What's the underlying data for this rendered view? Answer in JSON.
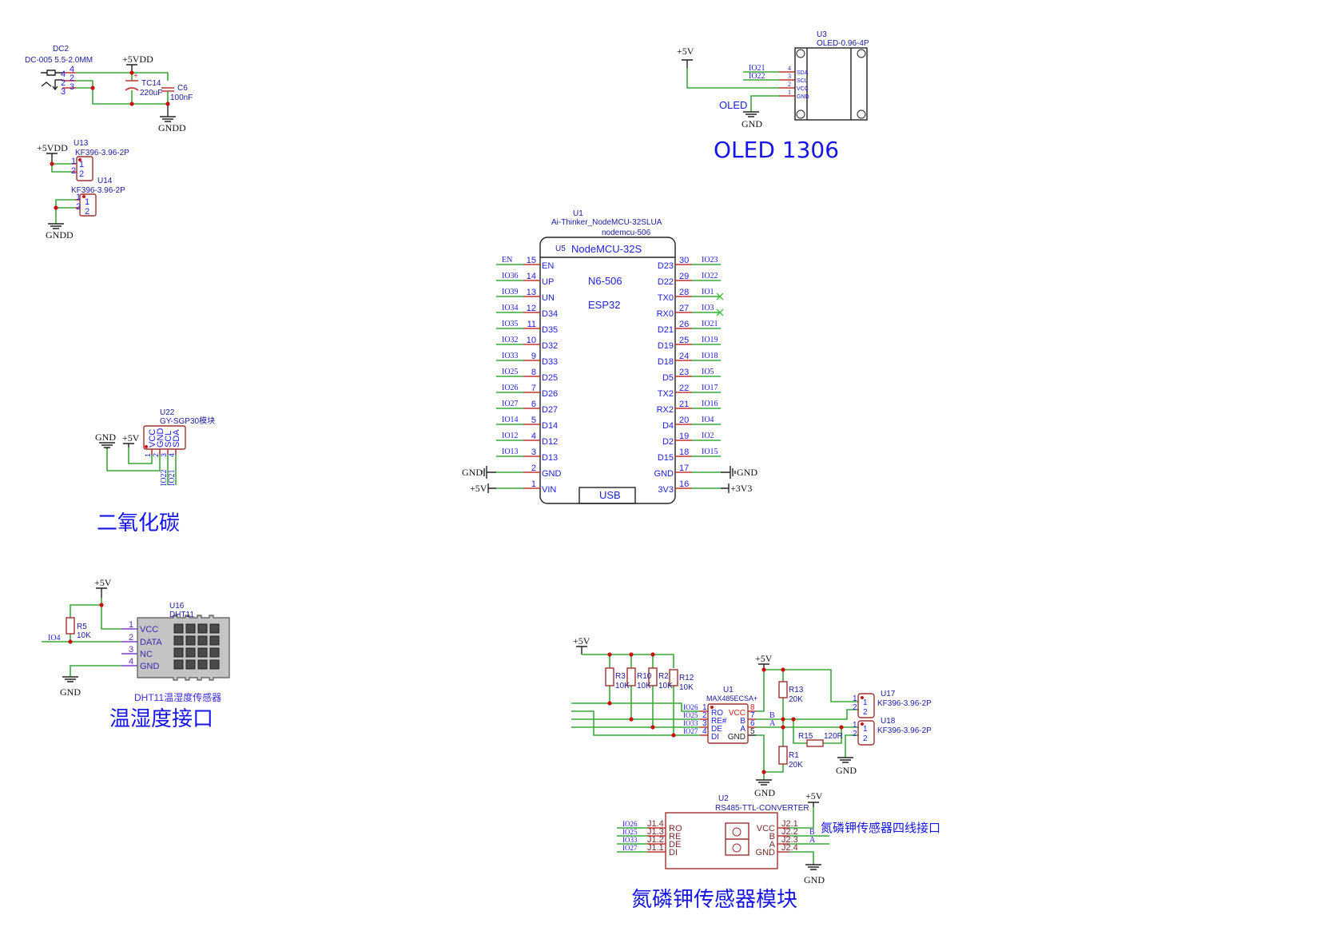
{
  "power_supply": {
    "ref": "DC2",
    "part": "DC-005 5.5-2.0MM",
    "pins": [
      "4",
      "4",
      "2",
      "2",
      "3",
      "3"
    ],
    "vdd": "+5VDD",
    "tc14_ref": "TC14",
    "tc14_val": "220uF",
    "plus": "+",
    "c6_ref": "C6",
    "c6_val": "100nF",
    "gnd": "GNDD"
  },
  "power_connectors": {
    "vdd": "+5VDD",
    "gnd": "GNDD",
    "u13_ref": "U13",
    "u13_part": "KF396-3.96-2P",
    "u14_ref": "U14",
    "u14_part": "KF396-3.96-2P",
    "pin1": "1",
    "pin2": "2"
  },
  "oled": {
    "vcc": "+5V",
    "gnd": "GND",
    "net_label": "OLED",
    "ref": "U3",
    "part": "OLED-0.96-4P",
    "pins": [
      {
        "net": "IO21",
        "num": "4",
        "name": "SDA"
      },
      {
        "net": "IO22",
        "num": "3",
        "name": "SCL"
      },
      {
        "net": "",
        "num": "2",
        "name": "VCC"
      },
      {
        "net": "",
        "num": "1",
        "name": "GND"
      }
    ],
    "title": "OLED 1306"
  },
  "esp32": {
    "ref": "U1",
    "part": "Ai-Thinker_NodeMCU-32SLUA",
    "footprint": "nodemcu-506",
    "inner_ref": "U5",
    "inner_title": "NodeMCU-32S",
    "model": "N6-506",
    "chip": "ESP32",
    "usb": "USB",
    "left_pins": [
      {
        "net": "EN",
        "num": "15",
        "name": "EN"
      },
      {
        "net": "IO36",
        "num": "14",
        "name": "UP"
      },
      {
        "net": "IO39",
        "num": "13",
        "name": "UN"
      },
      {
        "net": "IO34",
        "num": "12",
        "name": "D34"
      },
      {
        "net": "IO35",
        "num": "11",
        "name": "D35"
      },
      {
        "net": "IO32",
        "num": "10",
        "name": "D32"
      },
      {
        "net": "IO33",
        "num": "9",
        "name": "D33"
      },
      {
        "net": "IO25",
        "num": "8",
        "name": "D25"
      },
      {
        "net": "IO26",
        "num": "7",
        "name": "D26"
      },
      {
        "net": "IO27",
        "num": "6",
        "name": "D27"
      },
      {
        "net": "IO14",
        "num": "5",
        "name": "D14"
      },
      {
        "net": "IO12",
        "num": "4",
        "name": "D12"
      },
      {
        "net": "IO13",
        "num": "3",
        "name": "D13"
      },
      {
        "net": "",
        "num": "2",
        "name": "GND",
        "power": "GND"
      },
      {
        "net": "",
        "num": "1",
        "name": "VIN",
        "power": "+5V"
      }
    ],
    "right_pins": [
      {
        "net": "IO23",
        "num": "30",
        "name": "D23"
      },
      {
        "net": "IO22",
        "num": "29",
        "name": "D22"
      },
      {
        "net": "IO1",
        "num": "28",
        "name": "TX0",
        "nc": true
      },
      {
        "net": "IO3",
        "num": "27",
        "name": "RX0",
        "nc": true
      },
      {
        "net": "IO21",
        "num": "26",
        "name": "D21"
      },
      {
        "net": "IO19",
        "num": "25",
        "name": "D19"
      },
      {
        "net": "IO18",
        "num": "24",
        "name": "D18"
      },
      {
        "net": "IO5",
        "num": "23",
        "name": "D5"
      },
      {
        "net": "IO17",
        "num": "22",
        "name": "TX2"
      },
      {
        "net": "IO16",
        "num": "21",
        "name": "RX2"
      },
      {
        "net": "IO4",
        "num": "20",
        "name": "D4"
      },
      {
        "net": "IO2",
        "num": "19",
        "name": "D2"
      },
      {
        "net": "IO15",
        "num": "18",
        "name": "D15"
      },
      {
        "net": "",
        "num": "17",
        "name": "GND",
        "power": "GND"
      },
      {
        "net": "",
        "num": "16",
        "name": "3V3",
        "power": "+3V3"
      }
    ]
  },
  "co2": {
    "ref": "U22",
    "part": "GY-SGP30模块",
    "gnd": "GND",
    "vcc": "+5V",
    "pin_names": [
      "VCC",
      "GND",
      "SCL",
      "SDA"
    ],
    "pin_nums": [
      "1",
      "2",
      "3",
      "4"
    ],
    "nets": [
      "IO22",
      "IO21"
    ],
    "title": "二氧化碳"
  },
  "dht11": {
    "vcc": "+5V",
    "gnd": "GND",
    "r_ref": "R5",
    "r_val": "10K",
    "net": "IO4",
    "ref": "U16",
    "part": "DHT11",
    "pins": [
      {
        "num": "1",
        "name": "VCC"
      },
      {
        "num": "2",
        "name": "DATA"
      },
      {
        "num": "3",
        "name": "NC"
      },
      {
        "num": "4",
        "name": "GND"
      }
    ],
    "caption": "DHT11温湿度传感器",
    "title": "温湿度接口"
  },
  "rs485": {
    "vcc": "+5V",
    "vcc2": "+5V",
    "gnd": "GND",
    "gnd2": "GND",
    "resistors": [
      {
        "ref": "R3",
        "val": "10K"
      },
      {
        "ref": "R10",
        "val": "10K"
      },
      {
        "ref": "R2",
        "val": "10K"
      },
      {
        "ref": "R12",
        "val": "10K"
      }
    ],
    "r13_ref": "R13",
    "r13_val": "20K",
    "r1_ref": "R1",
    "r1_val": "20K",
    "r15_ref": "R15",
    "r15_val": "120R",
    "ic_ref": "U1",
    "ic_part": "MAX485ECSA+",
    "left_pins": [
      {
        "net": "IO26",
        "num": "1",
        "name": "RO"
      },
      {
        "net": "IO25",
        "num": "2",
        "name": "RE#"
      },
      {
        "net": "IO33",
        "num": "3",
        "name": "DE"
      },
      {
        "net": "IO27",
        "num": "4",
        "name": "DI"
      }
    ],
    "right_pins": [
      {
        "num": "8",
        "name": "VCC"
      },
      {
        "num": "7",
        "name": "B"
      },
      {
        "num": "6",
        "name": "A"
      },
      {
        "num": "5",
        "name": "GND"
      }
    ],
    "net_b": "B",
    "net_a": "A",
    "u17_ref": "U17",
    "u17_part": "KF396-3.96-2P",
    "u18_ref": "U18",
    "u18_part": "KF396-3.96-2P",
    "pin1": "1",
    "pin2": "2"
  },
  "converter": {
    "ref": "U2",
    "part": "RS485-TTL-CONVERTER",
    "vcc": "+5V",
    "gnd": "GND",
    "left_pins": [
      {
        "net": "IO26",
        "num": "J1.4",
        "name": "RO"
      },
      {
        "net": "IO25",
        "num": "J1.3",
        "name": "RE"
      },
      {
        "net": "IO33",
        "num": "J1.2",
        "name": "DE"
      },
      {
        "net": "IO27",
        "num": "J1.1",
        "name": "DI"
      }
    ],
    "right_pins": [
      {
        "num": "J2.1",
        "name": "VCC"
      },
      {
        "num": "J2.2",
        "name": "B"
      },
      {
        "num": "J2.3",
        "name": "A"
      },
      {
        "num": "J2.4",
        "name": "GND"
      }
    ],
    "net_b": "B",
    "net_a": "A",
    "interface_label": "氮磷钾传感器四线接口",
    "title": "氮磷钾传感器模块"
  }
}
